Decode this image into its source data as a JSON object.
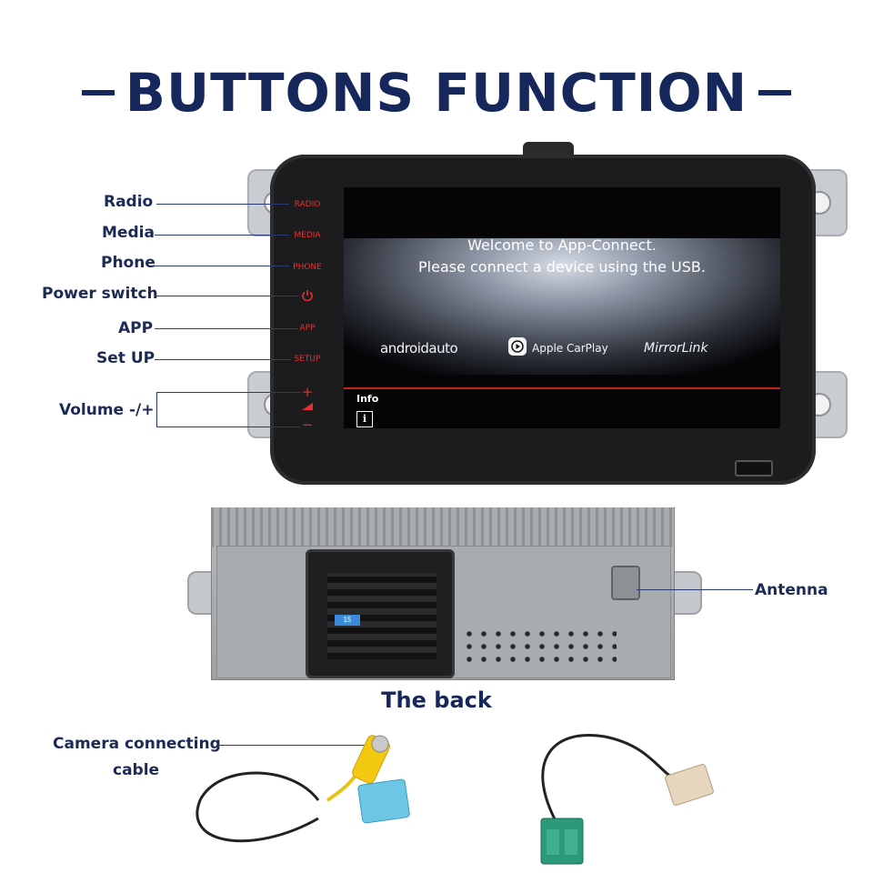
{
  "header": {
    "title": "BUTTONS FUNCTION"
  },
  "callouts": {
    "radio": "Radio",
    "media": "Media",
    "phone": "Phone",
    "power": "Power switch",
    "app": "APP",
    "setup": "Set UP",
    "volume": "Volume -/+",
    "antenna": "Antenna",
    "camera_line1": "Camera connecting",
    "camera_line2": "cable"
  },
  "device_buttons": {
    "radio": "RADIO",
    "media": "MEDIA",
    "phone": "PHONE",
    "app": "APP",
    "setup": "SETUP",
    "power_icon": "power-icon",
    "vol_up": "+",
    "vol_down": "−"
  },
  "screen": {
    "line1": "Welcome to App-Connect.",
    "line2": "Please connect a device using the USB.",
    "logos": {
      "android": "androidauto",
      "carplay": "Apple CarPlay",
      "mirrorlink": "MirrorLink"
    },
    "info_label": "Info",
    "info_icon": "i"
  },
  "back": {
    "title": "The back",
    "fuse_label": "15"
  },
  "colors": {
    "navy": "#16275c",
    "button_red": "#e53030",
    "screen_red": "#c21f1f"
  }
}
